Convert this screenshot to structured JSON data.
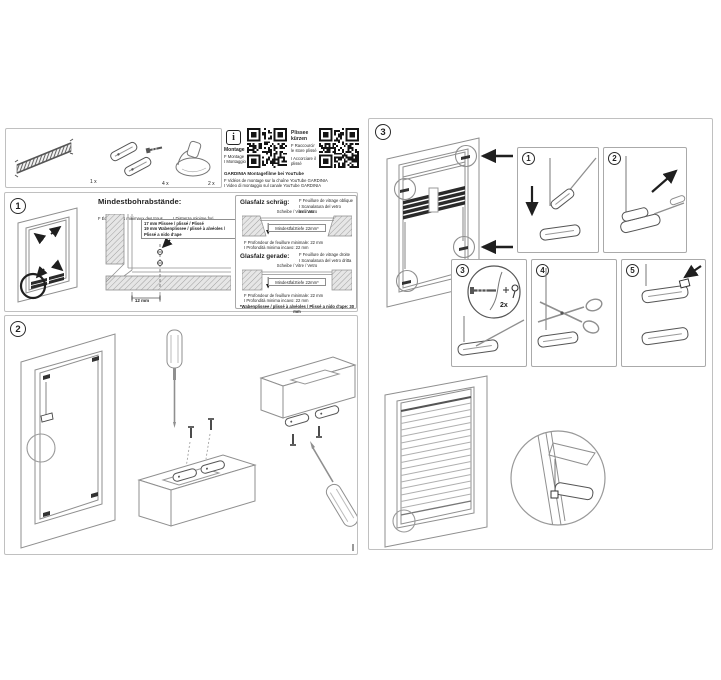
{
  "colors": {
    "line": "#8f8f8f",
    "dark": "#1f1f1f",
    "border": "#c0c0c0",
    "hatch": "#e6e6e6"
  },
  "icons": {
    "info": "i"
  },
  "left": {
    "parts": {
      "qty1": "1 x",
      "qty2": "4 x",
      "qty3": "2 x"
    },
    "info": {
      "montage_title": "Montage",
      "montage_fr": "F Montage",
      "montage_it": "I Montaggio",
      "kuerzen_title": "Plissee kürzen",
      "kuerzen_fr": "F Raccourcir le store plissé",
      "kuerzen_it": "I Accorciare il plissé",
      "yt_title": "GARDINIA Montagefilme bei YouTube",
      "yt_fr": "F Vidéos de montage sur la chaîne YouTube GARDINIA",
      "yt_it": "I Video di montaggio sul canale YouTube GARDINIA"
    },
    "s1": {
      "num": "1",
      "drill_title": "Mindestbohrabstände:",
      "drill_fr": "F Écartements minimaux des trous",
      "drill_it": "I Distanze minime fori",
      "note1": "17 mm Plissee / plissé / Plissé",
      "note2": "19 mm Wabenplissee / plissé à alvéoles / Plissé a nido d'ape",
      "dim": "12 mm",
      "schraeg_title": "Glasfalz schräg:",
      "schraeg_fr": "F Feuillure de vitrage oblique",
      "schraeg_it": "I Scanalatura del vetro inclinata",
      "gerade_title": "Glasfalz gerade:",
      "gerade_fr": "F Feuillure de vitrage droite",
      "gerade_it": "I Scanalatura del vetro dritta",
      "scheibe": "Scheibe / Vitre / Vetro",
      "falztiefe": "Mindestfalztiefe 22mm*",
      "falz_fr": "F Profondeur de feuillure minimale: 22 mm",
      "falz_it": "I Profondità minima incavo: 22 mm",
      "footnote": "*Wabenplissee / plissé à alvéoles / Plissé a nido d'ape: 30 mm"
    },
    "s2": {
      "num": "2"
    }
  },
  "right": {
    "s3": {
      "num": "3",
      "step1": "1",
      "step2": "2",
      "step3": "3",
      "step4": "4",
      "step5": "5",
      "qty2x": "2x"
    }
  }
}
